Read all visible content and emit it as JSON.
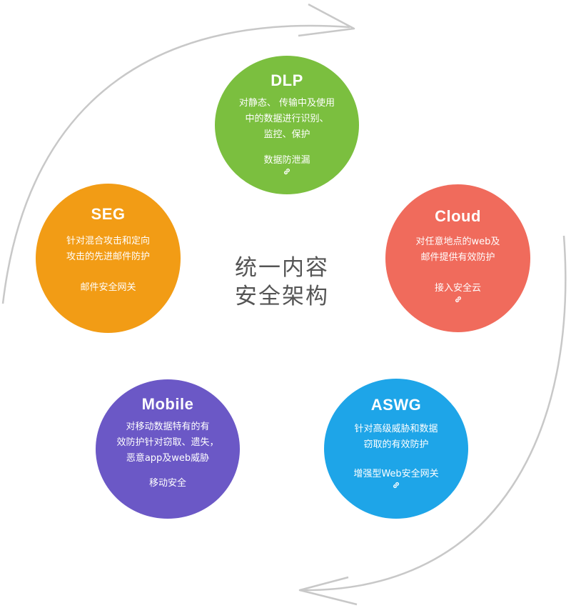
{
  "center_title": {
    "line1": "统一内容",
    "line2": "安全架构"
  },
  "modules": {
    "dlp": {
      "title": "DLP",
      "desc": [
        "对静态、 传输中及使用",
        "中的数据进行识别、",
        "监控、保护"
      ],
      "product": "数据防泄漏",
      "has_link": true
    },
    "cloud": {
      "title": "Cloud",
      "desc": [
        "对任意地点的web及",
        "邮件提供有效防护"
      ],
      "product": "接入安全云",
      "has_link": true
    },
    "seg": {
      "title": "SEG",
      "desc": [
        "针对混合攻击和定向",
        "攻击的先进邮件防护"
      ],
      "product": "邮件安全网关",
      "has_link": false
    },
    "mobile": {
      "title": "Mobile",
      "desc": [
        "对移动数据特有的有",
        "效防护针对窃取、遗失，",
        "恶意app及web威胁"
      ],
      "product": "移动安全",
      "has_link": false
    },
    "aswg": {
      "title": "ASWG",
      "desc": [
        "针对高级威胁和数据",
        "窃取的有效防护"
      ],
      "product": "增强型Web安全网关",
      "has_link": true
    }
  },
  "colors": {
    "dlp": "#7bbf3f",
    "cloud": "#f06b5c",
    "seg": "#f29c15",
    "mobile": "#6b58c6",
    "aswg": "#1ea5e8",
    "arc": "#c8c8c8",
    "center_text": "#555555"
  },
  "icons": {
    "link": "link-icon",
    "cycle_arrow": "arrow-head-icon"
  }
}
